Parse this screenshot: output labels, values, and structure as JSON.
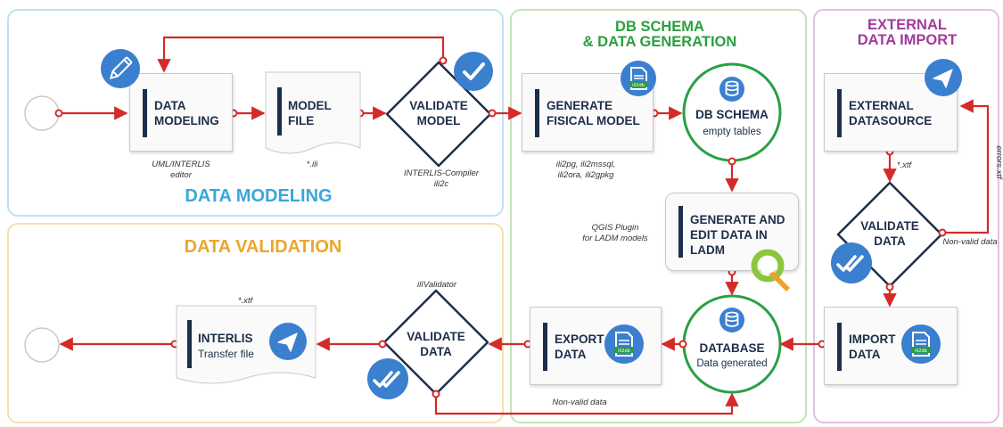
{
  "regions": {
    "data_modeling": "DATA MODELING",
    "data_validation": "DATA VALIDATION",
    "db_schema": "DB SCHEMA\n& DATA GENERATION",
    "external_import": "EXTERNAL\nDATA IMPORT"
  },
  "colors": {
    "modeling_border": "#bfe0f2",
    "modeling_title": "#38a7dc",
    "validation_border": "#f7dfae",
    "validation_title": "#eaa72e",
    "schema_border": "#c5e2b8",
    "schema_title": "#2b9f3e",
    "import_border": "#e3bfe3",
    "import_title": "#a23a9a",
    "flow": "#d42a2a",
    "node": "#1c2e4a",
    "badge": "#3b7fcf",
    "circle": "#28a043"
  },
  "nodes": {
    "data_modeling": "DATA\nMODELING",
    "model_file": "MODEL\nFILE",
    "validate_model": "VALIDATE\nMODEL",
    "generate_fisical": "GENERATE\nFISICAL MODEL",
    "db_schema_title": "DB SCHEMA",
    "db_schema_sub": "empty tables",
    "generate_edit": "GENERATE AND\nEDIT DATA IN\nLADM",
    "external_datasource": "EXTERNAL\nDATASOURCE",
    "validate_data_ext": "VALIDATE\nDATA",
    "import_data": "IMPORT\nDATA",
    "database_title": "DATABASE",
    "database_sub": "Data generated",
    "export_data": "EXPORT\nDATA",
    "validate_data": "VALIDATE\nDATA",
    "interlis_title": "INTERLIS",
    "interlis_sub": "Transfer file"
  },
  "notes": {
    "uml_editor": "UML/INTERLIS\neditor",
    "ili": "*.ili",
    "compiler": "INTERLIS-Compiler\nili2c",
    "ili2": "ili2pg, ili2mssql,\nili2ora, ili2gpkg",
    "qgis_plugin": "QGIS Plugin\nfor LADM models",
    "xtf_ext": "*.xtf",
    "errors": "errors.xtf",
    "nonvalid_ext": "Non-valid data",
    "xtf_left": "*.xtf",
    "ilivalidator": "ilIValidator",
    "nonvalid_bottom": "Non-valid data"
  },
  "icons": {
    "ili2db": "ili2db"
  }
}
